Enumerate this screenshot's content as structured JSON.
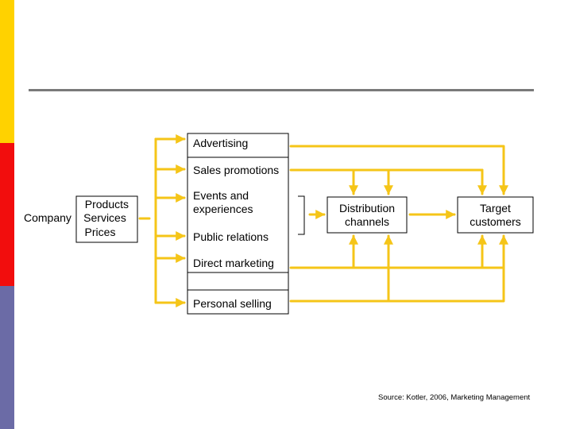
{
  "colors": {
    "stripe_top": "#ffd200",
    "stripe_middle": "#f20d0d",
    "stripe_bottom": "#6b6ba6",
    "arrow": "#f5c518",
    "rule": "#7a7a7a"
  },
  "company": {
    "label": "Company",
    "offerings": [
      "Products",
      "Services",
      "Prices"
    ]
  },
  "tools": [
    "Advertising",
    "Sales promotions",
    "Events and\nexperiences",
    "Public relations",
    "Direct marketing",
    "Personal selling"
  ],
  "distribution": "Distribution\nchannels",
  "target": "Target\ncustomers",
  "source": "Source: Kotler, 2006, Marketing Management"
}
